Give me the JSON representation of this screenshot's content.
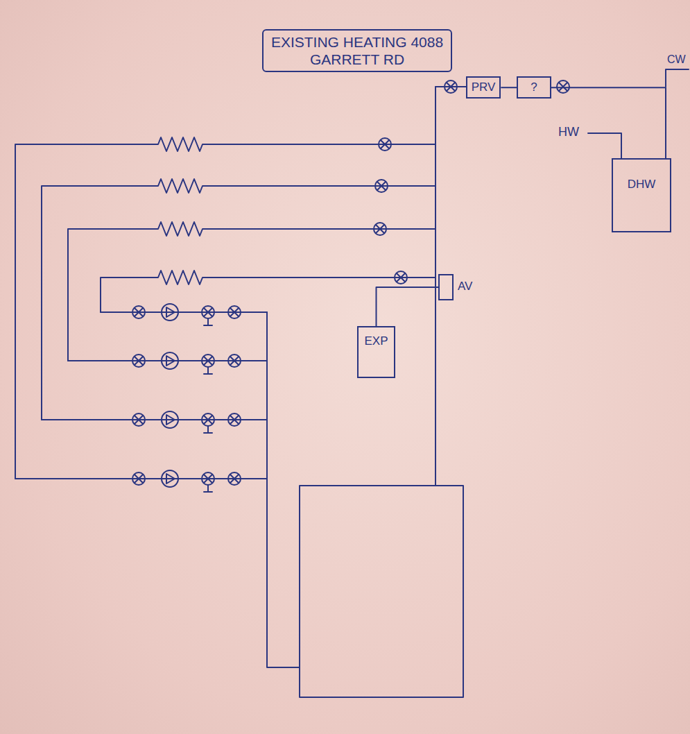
{
  "diagram": {
    "title": "EXISTING HEATING 4088 GARRETT RD",
    "nodes": [
      {
        "text": [
          "PRV"
        ]
      },
      {
        "text": [
          "?"
        ]
      },
      {
        "text": [
          "DHW"
        ]
      },
      {
        "text": [
          "AV"
        ]
      },
      {
        "text": [
          "EXP"
        ]
      }
    ],
    "edges": [
      {
        "from": 0,
        "to": 1,
        "arrow": "none"
      },
      {
        "from": 1,
        "to": 2,
        "arrow": "none"
      },
      {
        "from": 4,
        "to": 3,
        "arrow": "none"
      }
    ],
    "labels": [
      "HW",
      "CW"
    ]
  }
}
